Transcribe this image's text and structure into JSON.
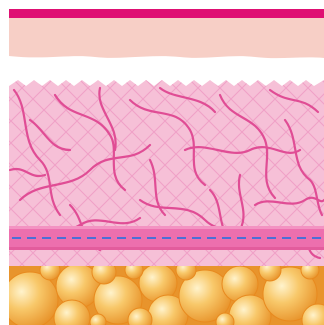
{
  "diagram": {
    "subject": "skin-cross-section",
    "layers": [
      {
        "name": "top-band",
        "color": "#df0f73"
      },
      {
        "name": "epidermis",
        "color": "#f7cfc6"
      },
      {
        "name": "white-gap",
        "color": "#ffffff"
      },
      {
        "name": "dermis",
        "color": "#f6c0d7",
        "mesh_color": "#f0a1c7",
        "fiber_color": "#e04d95"
      },
      {
        "name": "blood-vessel-band",
        "color": "#ed6fae",
        "dash_color": "#4d6fd6"
      },
      {
        "name": "fat-cells",
        "color": "#efa437",
        "highlight_color": "#fff3cc"
      }
    ]
  }
}
